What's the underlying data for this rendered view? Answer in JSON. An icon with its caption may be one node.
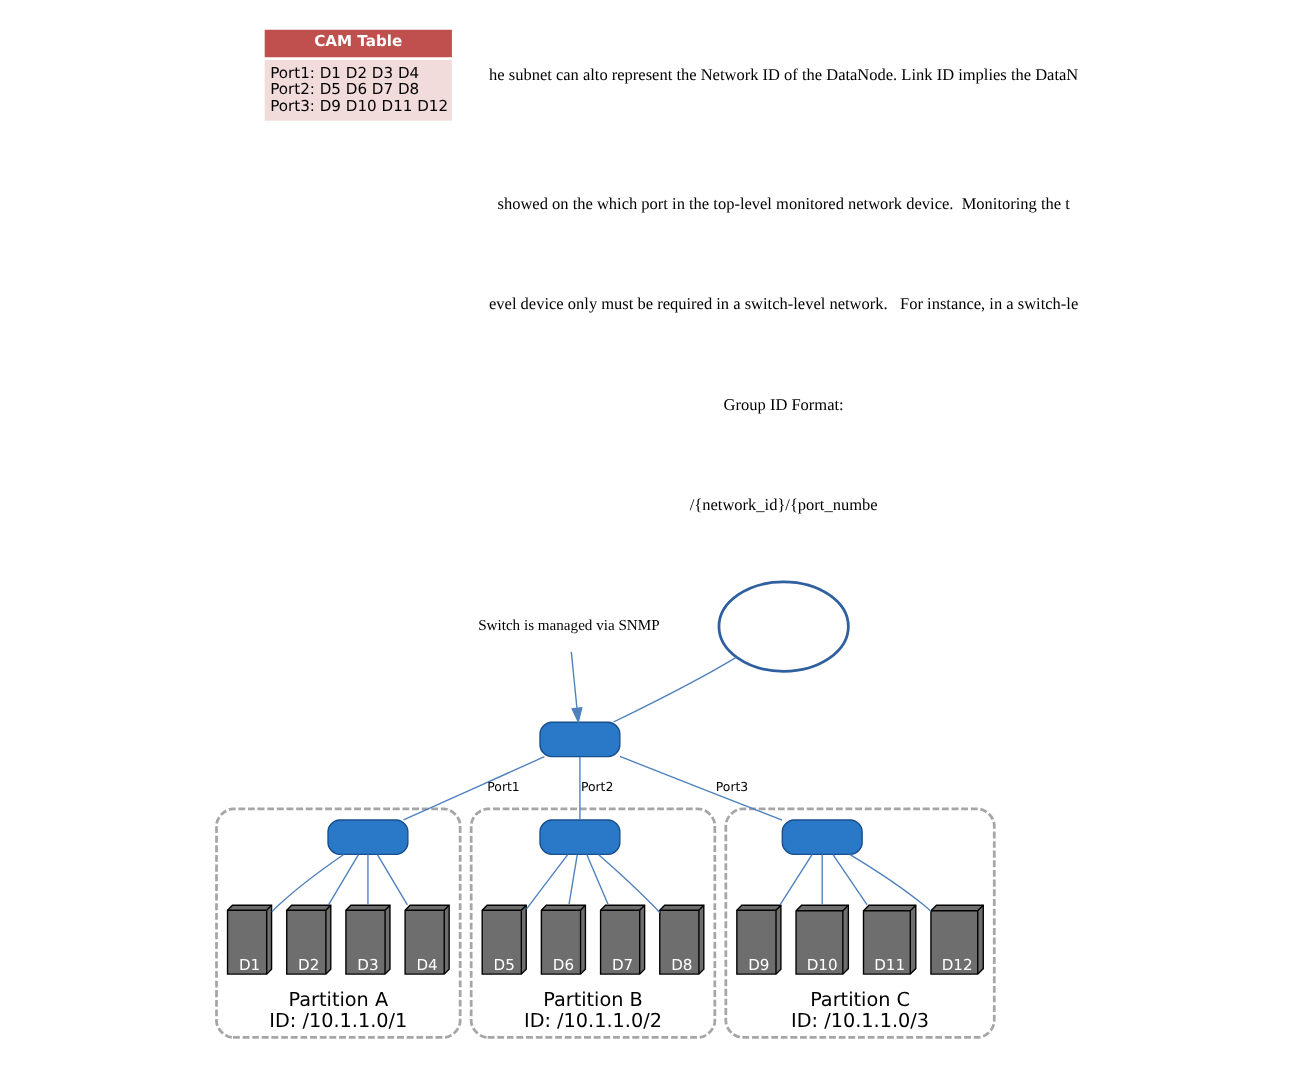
{
  "diagram": {
    "nodes": [
      {
        "text": [
          "CAM Table",
          "Port1: D1 D2 D3 D4",
          "Port2: D5 D6 D7 D8",
          "Port3: D9 D10 D11 D12"
        ]
      },
      {
        "text": [],
        "shape": "cloud"
      },
      {
        "text": [
          "Switch is managed via SNMP"
        ]
      },
      {
        "text": [],
        "shape": "box"
      },
      {
        "text": [
          "Partition A",
          "ID: /10.1.1.0/1"
        ]
      },
      {
        "text": [],
        "shape": "box",
        "in": 4
      },
      {
        "text": [
          "D1"
        ],
        "in": 4
      },
      {
        "text": [
          "D2"
        ],
        "in": 4
      },
      {
        "text": [
          "D3"
        ],
        "in": 4
      },
      {
        "text": [
          "D4"
        ],
        "in": 4
      },
      {
        "text": [
          "Partition B",
          "ID: /10.1.1.0/2"
        ]
      },
      {
        "text": [],
        "shape": "box",
        "in": 10
      },
      {
        "text": [
          "D5"
        ],
        "in": 10
      },
      {
        "text": [
          "D6"
        ],
        "in": 10
      },
      {
        "text": [
          "D7"
        ],
        "in": 10
      },
      {
        "text": [
          "D8"
        ],
        "in": 10
      },
      {
        "text": [
          "Partition C",
          "ID: /10.1.1.0/3"
        ]
      },
      {
        "text": [],
        "shape": "box",
        "in": 16
      },
      {
        "text": [
          "D9"
        ],
        "in": 16
      },
      {
        "text": [
          "D10"
        ],
        "in": 16
      },
      {
        "text": [
          "D11"
        ],
        "in": 16
      },
      {
        "text": [
          "D12"
        ],
        "in": 16
      }
    ],
    "edges": [
      {
        "from": 1,
        "to": 3,
        "arrow": "none"
      },
      {
        "from": 2,
        "to": 3,
        "arrow": "to"
      },
      {
        "from": 3,
        "to": 5,
        "arrow": "none",
        "label": "Port1"
      },
      {
        "from": 3,
        "to": 11,
        "arrow": "none",
        "label": "Port2"
      },
      {
        "from": 3,
        "to": 17,
        "arrow": "none",
        "label": "Port3"
      },
      {
        "from": 5,
        "to": 6,
        "arrow": "none"
      },
      {
        "from": 5,
        "to": 7,
        "arrow": "none"
      },
      {
        "from": 5,
        "to": 8,
        "arrow": "none"
      },
      {
        "from": 5,
        "to": 9,
        "arrow": "none"
      },
      {
        "from": 11,
        "to": 12,
        "arrow": "none"
      },
      {
        "from": 11,
        "to": 13,
        "arrow": "none"
      },
      {
        "from": 11,
        "to": 14,
        "arrow": "none"
      },
      {
        "from": 11,
        "to": 15,
        "arrow": "none"
      },
      {
        "from": 17,
        "to": 18,
        "arrow": "none"
      },
      {
        "from": 17,
        "to": 19,
        "arrow": "none"
      },
      {
        "from": 17,
        "to": 20,
        "arrow": "none"
      },
      {
        "from": 17,
        "to": 21,
        "arrow": "none"
      }
    ],
    "labels": [
      "he subnet can alto represent the Network ID of the DataNode. Link ID implies the DataN",
      "showed on the which port in the top-level monitored network device.  Monitoring the t",
      "evel device only must be required in a switch-level network.   For instance, in a switch-le",
      "Group ID Format:",
      "/{network_id}/{port_numbe"
    ]
  }
}
